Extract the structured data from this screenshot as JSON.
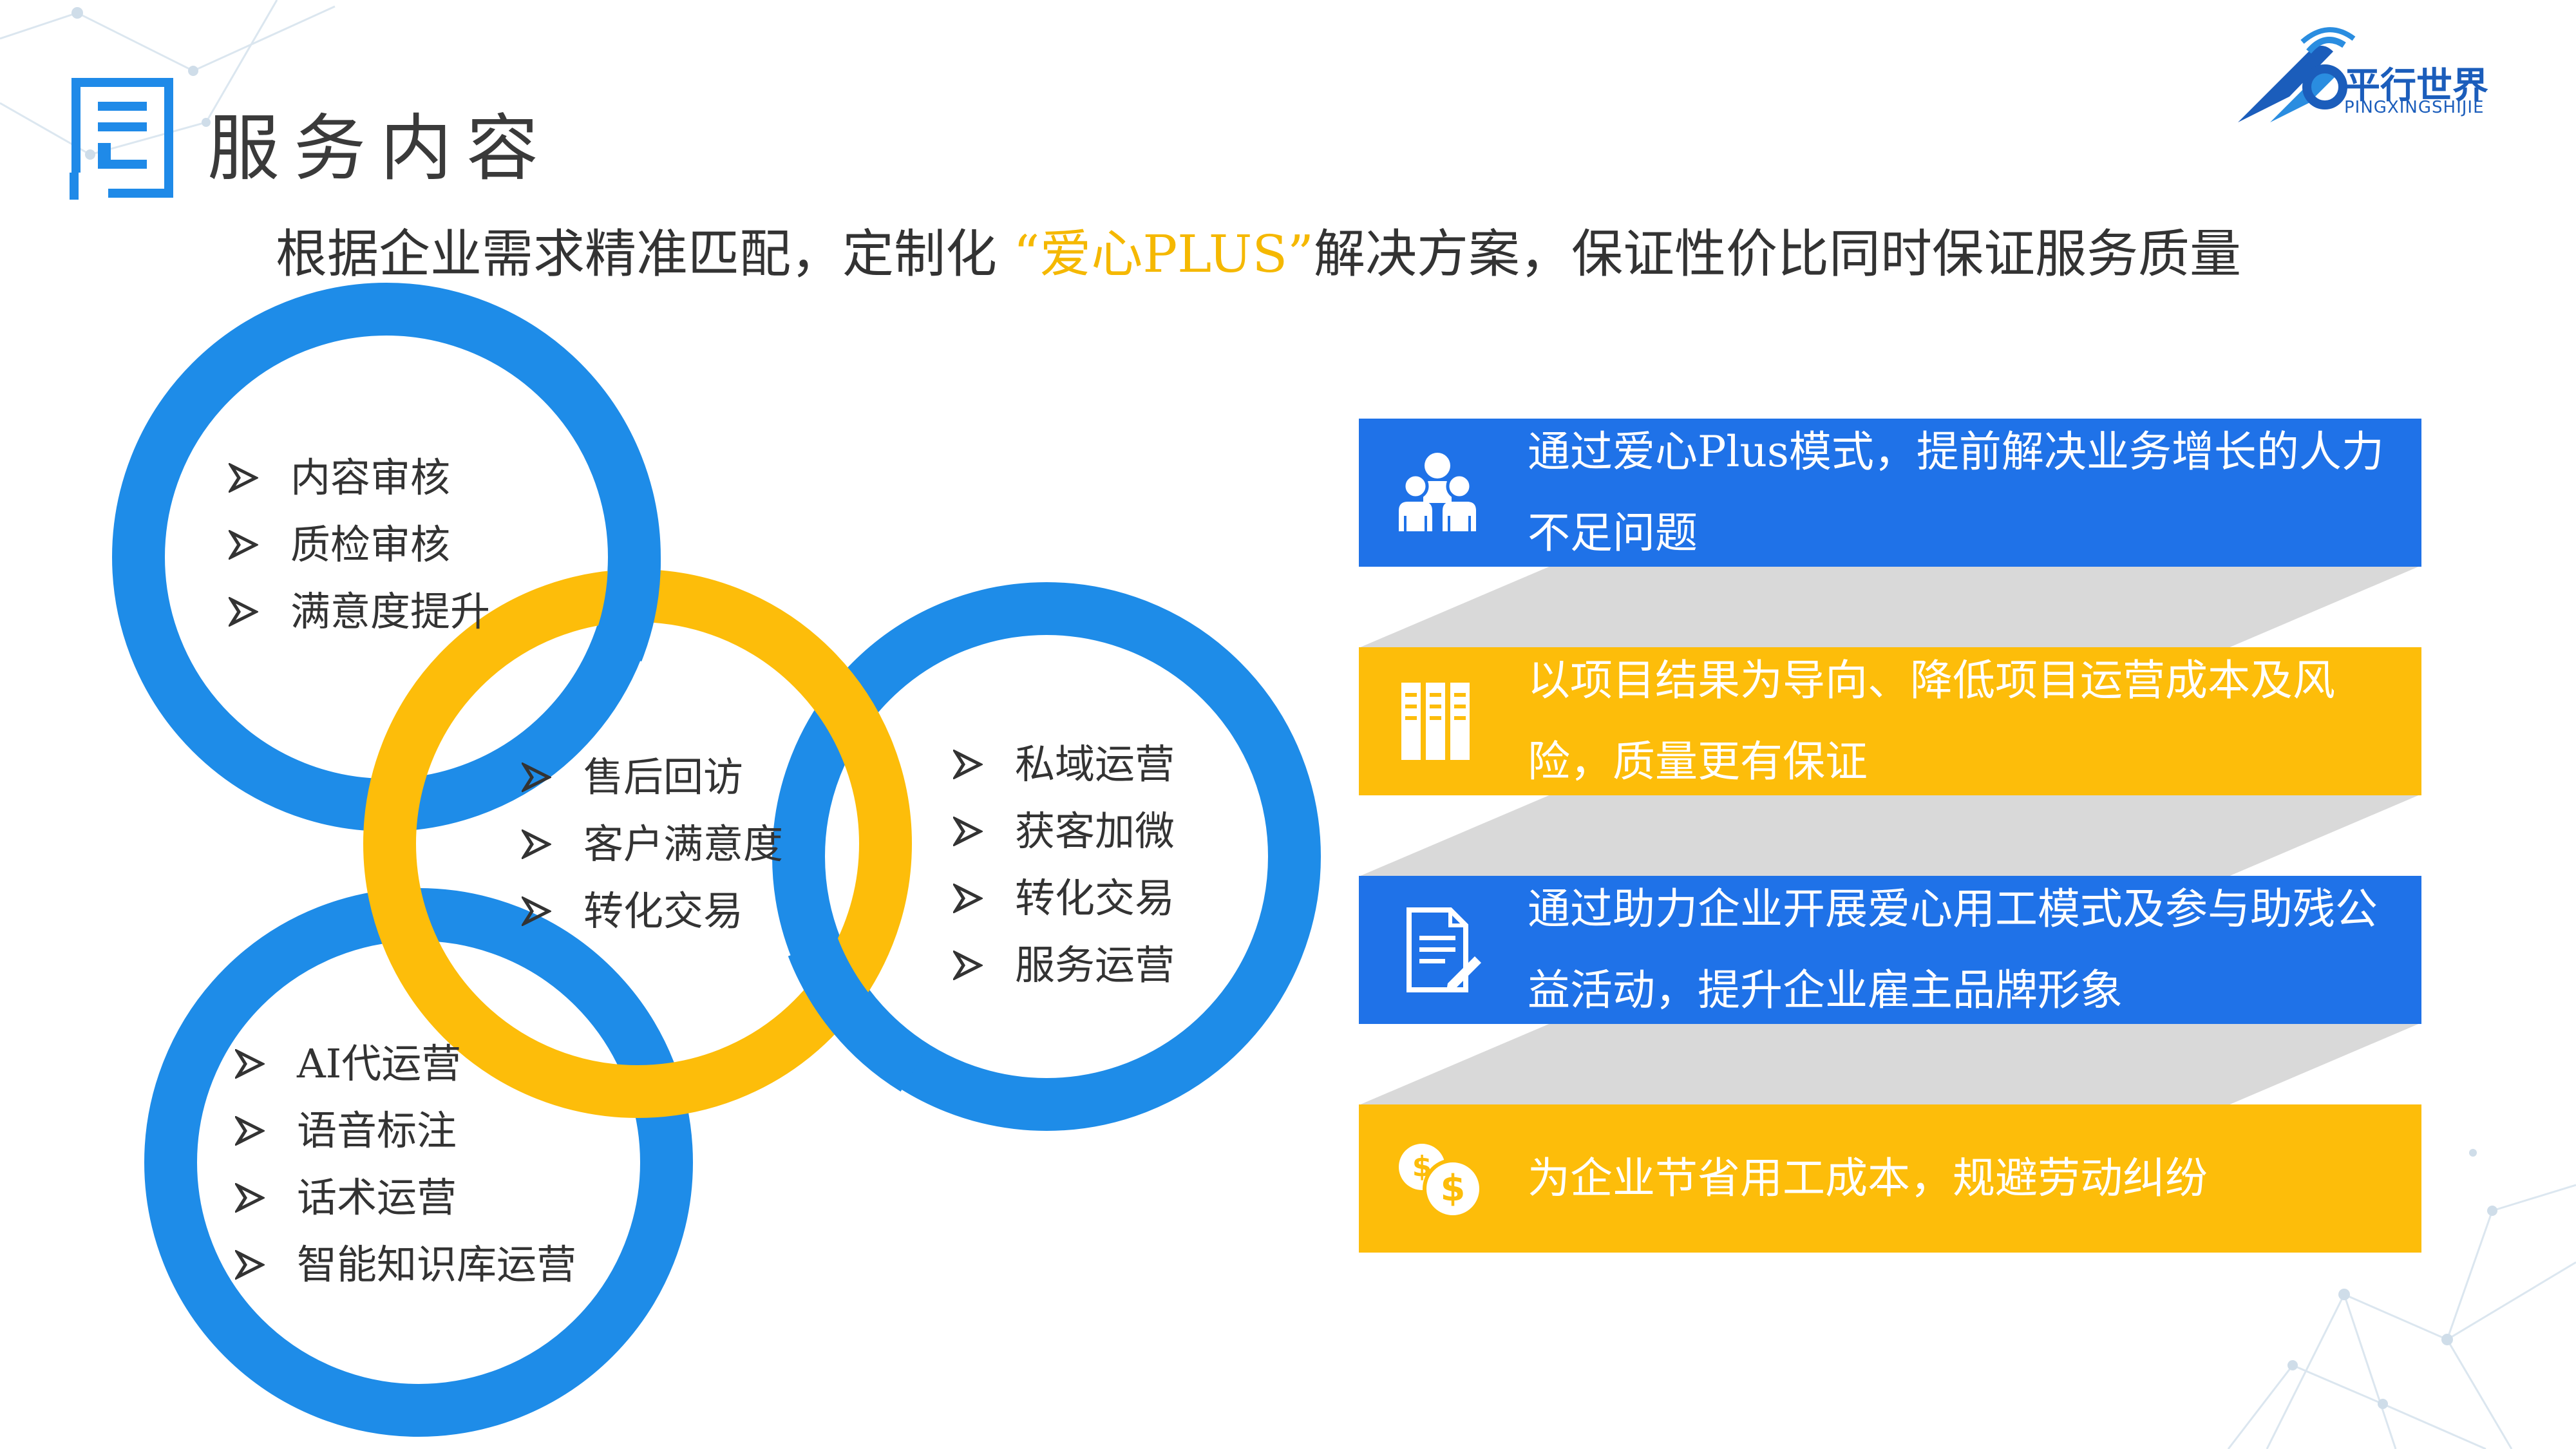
{
  "header": {
    "title": "服务内容",
    "subtitle_before": "根据企业需求精准匹配，定制化 ",
    "subtitle_highlight": "“爱心PLUS”",
    "subtitle_after": "解决方案，保证性价比同时保证服务质量"
  },
  "logo": {
    "name_cn": "平行世界",
    "name_en": "PINGXINGSHIJIE"
  },
  "rings": {
    "top_left": [
      "内容审核",
      "质检审核",
      "满意度提升"
    ],
    "center": [
      "售后回访",
      "客户满意度",
      "转化交易"
    ],
    "right": [
      "私域运营",
      "获客加微",
      "转化交易",
      "服务运营"
    ],
    "bottom_left": [
      "AI代运营",
      "语音标注",
      "话术运营",
      "智能知识库运营"
    ]
  },
  "benefits": [
    {
      "text": "通过爱心Plus模式，提前解决业务增长的人力不足问题",
      "icon": "people-group-icon"
    },
    {
      "text": "以项目结果为导向、降低项目运营成本及风险，质量更有保证",
      "icon": "building-icon"
    },
    {
      "text": "通过助力企业开展爱心用工模式及参与助残公益活动，提升企业雇主品牌形象",
      "icon": "document-pen-icon"
    },
    {
      "text": "为企业节省用工成本，规避劳动纠纷",
      "icon": "dollar-coins-icon"
    }
  ],
  "colors": {
    "blue": "#1f72e8",
    "ring_blue": "#1e8ce8",
    "yellow": "#fdbd0a",
    "highlight": "#f5b800"
  }
}
